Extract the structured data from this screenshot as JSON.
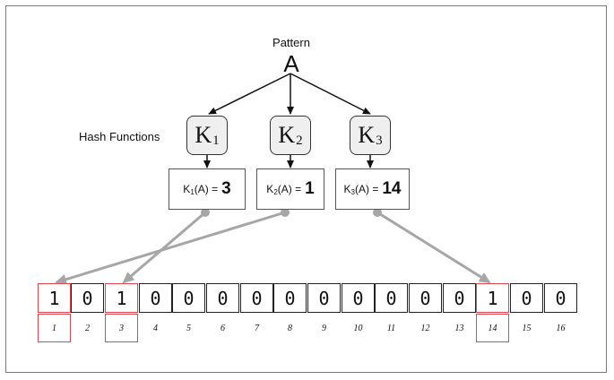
{
  "pattern": {
    "label": "Pattern",
    "value": "A"
  },
  "hash_functions_label": "Hash Functions",
  "hash_functions": [
    {
      "letter": "K",
      "sub": "1",
      "call": "(A) =",
      "result": "3"
    },
    {
      "letter": "K",
      "sub": "2",
      "call": "(A) =",
      "result": "1"
    },
    {
      "letter": "K",
      "sub": "3",
      "call": "(A) =",
      "result": "14"
    }
  ],
  "bit_array": {
    "bits": [
      "1",
      "0",
      "1",
      "0",
      "0",
      "0",
      "0",
      "0",
      "0",
      "0",
      "0",
      "0",
      "0",
      "1",
      "0",
      "0"
    ],
    "indices": [
      "1",
      "2",
      "3",
      "4",
      "5",
      "6",
      "7",
      "8",
      "9",
      "10",
      "11",
      "12",
      "13",
      "14",
      "15",
      "16"
    ],
    "highlighted_positions": [
      1,
      3,
      14
    ]
  },
  "colors": {
    "highlight": "#e0474c",
    "arrow_gray": "#a6a6a6",
    "key_box_fill": "#efefef"
  }
}
